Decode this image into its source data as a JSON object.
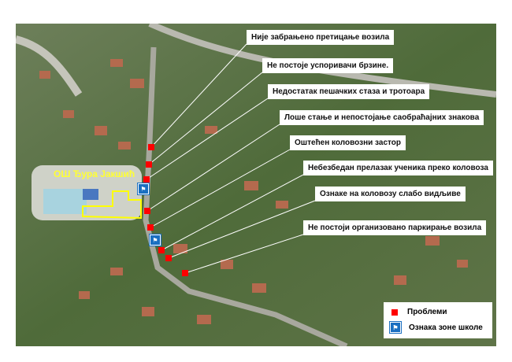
{
  "school_name": "ОШ Ђура Јакшић",
  "problems": [
    "Није забрањено претицање возила",
    "Не постоје успоривачи брзине.",
    "Недостатак пешачких стаза и тротоара",
    "Лоше стање и непостојање саобраћајних знакова",
    "Оштећен коловозни застор",
    "Небезбедан прелазак ученика преко коловоза",
    "Ознаке на коловозу слабо видљиве",
    "Не постоји организовано паркирање возила"
  ],
  "legend": {
    "problems": "Проблеми",
    "school_zone": "Ознака зоне школе"
  },
  "colors": {
    "problem_marker": "#ff0000",
    "school_zone_sign": "#1a6fc1",
    "school_outline": "#ffff00"
  }
}
